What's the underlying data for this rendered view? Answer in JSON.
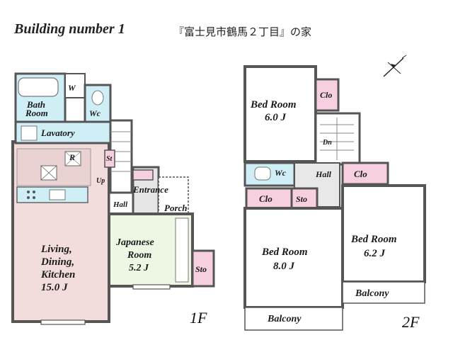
{
  "header": {
    "title": "Building number  1",
    "subtitle": "『富士見市鶴馬２丁目』の家"
  },
  "floor1": {
    "label": "1F",
    "rooms": {
      "bath": [
        "Bath",
        "Room"
      ],
      "w": "W",
      "wc": "Wc",
      "lavatory": "Lavatory",
      "r": "R",
      "st": "St",
      "up": "Up",
      "entrance": "Entrance",
      "hall": "Hall",
      "porch": "Porch",
      "ldk": [
        "Living,",
        "Dining,",
        "Kitchen",
        "15.0 J"
      ],
      "japanese": [
        "Japanese",
        "Room",
        "5.2 J"
      ],
      "sto": "Sto"
    }
  },
  "floor2": {
    "label": "2F",
    "rooms": {
      "bed1": [
        "Bed Room",
        "6.0 J"
      ],
      "clo1": "Clo",
      "dn": "Dn",
      "wc": "Wc",
      "hall": "Hall",
      "clo2": "Clo",
      "clo3": "Clo",
      "sto": "Sto",
      "bed2": [
        "Bed Room",
        "8.0 J"
      ],
      "bed3": [
        "Bed Room",
        "6.2 J"
      ],
      "balcony1": "Balcony",
      "balcony2": "Balcony"
    }
  },
  "colors": {
    "wall": "#555555",
    "ldk_fill": "#f2dcdc",
    "wet_fill": "#cfeef6",
    "closet_fill": "#f6cfe0",
    "tatami_fill": "#eef6e4",
    "entry_fill": "#e6e6e6",
    "floor_fill": "#ffffff"
  }
}
